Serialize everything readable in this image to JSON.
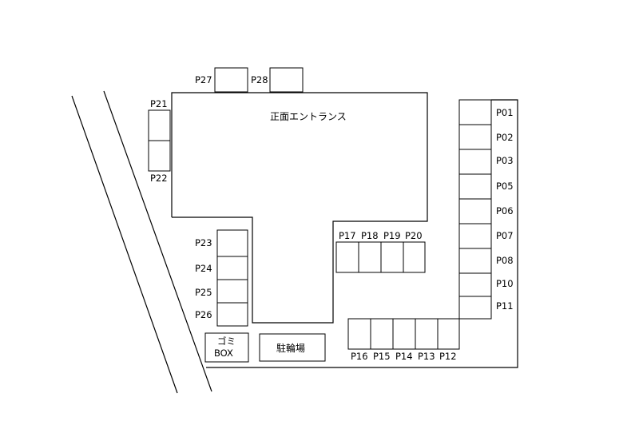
{
  "building": {
    "label": "正面エントランス"
  },
  "facilities": {
    "garbage_line1": "ゴミ",
    "garbage_line2": "BOX",
    "bicycle": "駐輪場"
  },
  "parking_slots": {
    "P01": "P01",
    "P02": "P02",
    "P03": "P03",
    "P05": "P05",
    "P06": "P06",
    "P07": "P07",
    "P08": "P08",
    "P10": "P10",
    "P11": "P11",
    "P12": "P12",
    "P13": "P13",
    "P14": "P14",
    "P15": "P15",
    "P16": "P16",
    "P17": "P17",
    "P18": "P18",
    "P19": "P19",
    "P20": "P20",
    "P21": "P21",
    "P22": "P22",
    "P23": "P23",
    "P24": "P24",
    "P25": "P25",
    "P26": "P26",
    "P27": "P27",
    "P28": "P28"
  }
}
